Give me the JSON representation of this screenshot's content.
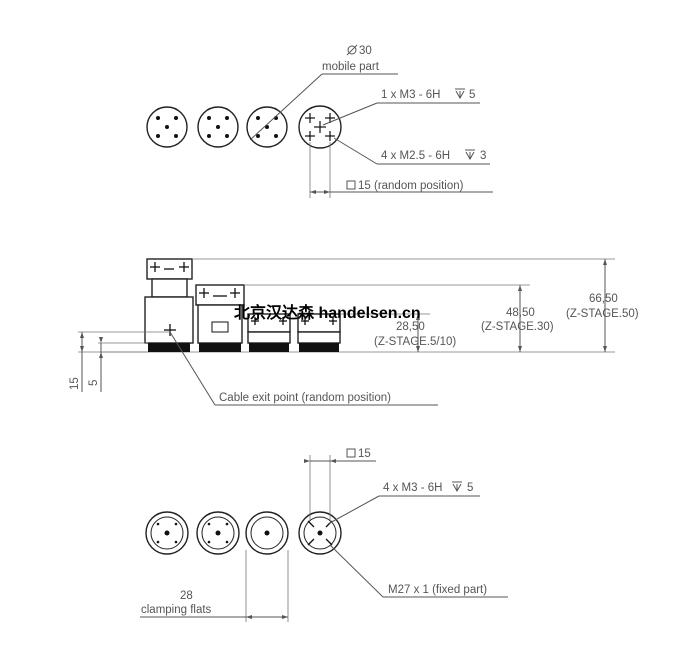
{
  "top_view": {
    "diameter_label": "30",
    "mobile_part_label": "mobile part",
    "thread_m3_label": "1 x M3 - 6H",
    "thread_m3_depth": "5",
    "thread_m25_label": "4 x M2.5 - 6H",
    "thread_m25_depth": "3",
    "square_label": "15 (random position)"
  },
  "side_view": {
    "dim_66_value": "66,50",
    "dim_66_label": "(Z-STAGE.50)",
    "dim_48_value": "48,50",
    "dim_48_label": "(Z-STAGE.30)",
    "dim_28_value": "28,50",
    "dim_28_label": "(Z-STAGE.5/10)",
    "dim_15": "15",
    "dim_5": "5",
    "cable_exit_label": "Cable exit point (random position)"
  },
  "bottom_view": {
    "square_label": "15",
    "thread_m3_label": "4 x M3 - 6H",
    "thread_m3_depth": "5",
    "fixed_part_label": "M27 x 1 (fixed part)",
    "clamping_value": "28",
    "clamping_label": "clamping flats"
  },
  "watermark": "北京汉达森 handelsen.cn"
}
